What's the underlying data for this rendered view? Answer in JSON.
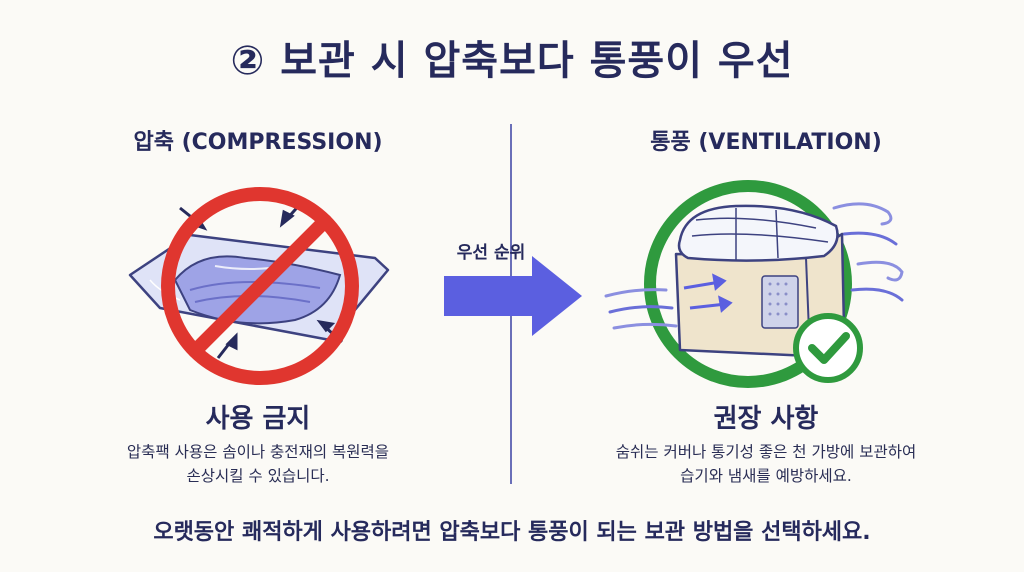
{
  "title": "② 보관 시 압축보다 통풍이 우선",
  "left": {
    "heading": "압축 (COMPRESSION)",
    "subheading": "사용 금지",
    "desc_line1": "압축팩 사용은 솜이나 충전재의 복원력을",
    "desc_line2": "손상시킬 수 있습니다."
  },
  "arrow": {
    "label": "우선 순위"
  },
  "right": {
    "heading": "통풍 (VENTILATION)",
    "subheading": "권장 사항",
    "desc_line1": "숨쉬는 커버나 통기성 좋은 천 가방에 보관하여",
    "desc_line2": "습기와 냄새를 예방하세요."
  },
  "footer": "오랫동안 쾌적하게 사용하려면 압축보다 통풍이 되는 보관 방법을 선택하세요.",
  "colors": {
    "prohibit_red": "#e0362f",
    "ok_green": "#2f9a3e",
    "arrow_blue": "#5b5fe0",
    "text_navy": "#262a5c"
  },
  "icons": [
    "prohibit-sign-icon",
    "compressed-bag-icon",
    "storage-bag-icon",
    "check-circle-icon",
    "wind-icon",
    "right-arrow-icon"
  ]
}
